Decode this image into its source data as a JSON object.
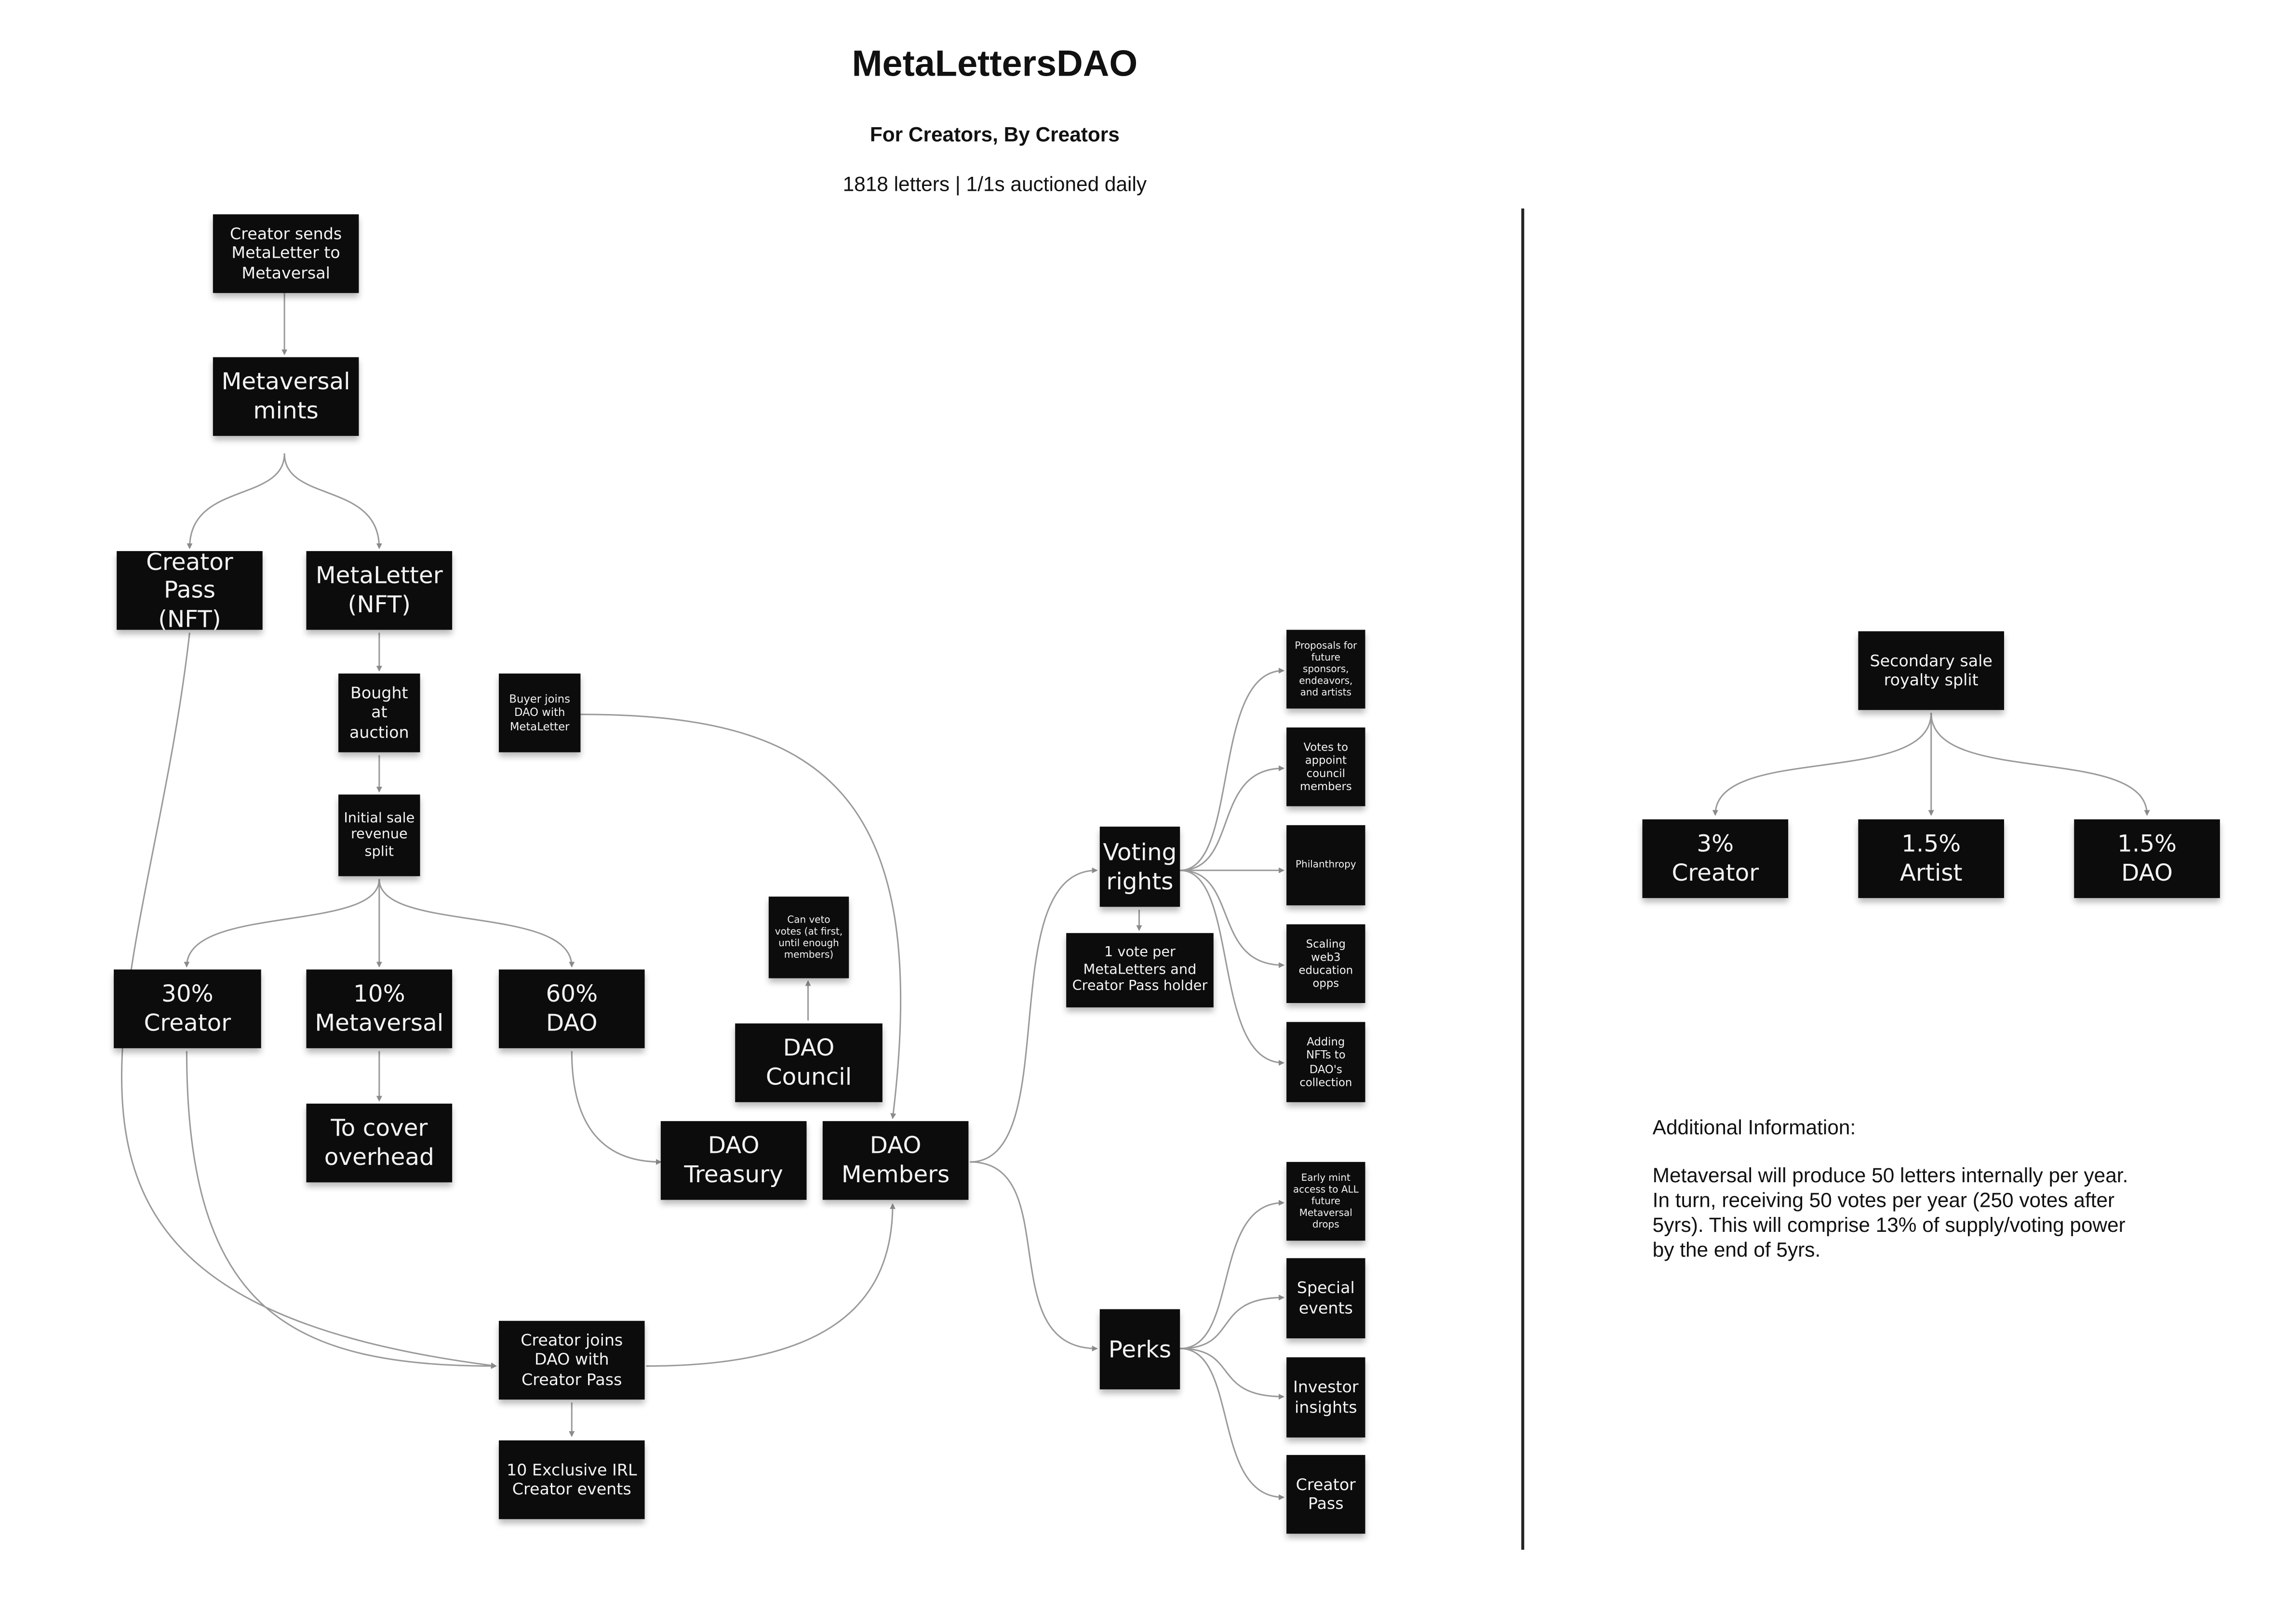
{
  "header": {
    "title": "MetaLettersDAO",
    "subtitle": "For Creators, By Creators",
    "tagline": "1818 letters | 1/1s auctioned daily"
  },
  "nodes": {
    "creator_sends": "Creator sends\nMetaLetter to\nMetaversal",
    "metaversal_mints": "Metaversal\nmints",
    "creator_pass_nft": "Creator Pass\n(NFT)",
    "metaletter_nft": "MetaLetter\n(NFT)",
    "bought_at_auction": "Bought\nat\nauction",
    "initial_sale_split": "Initial sale\nrevenue\nsplit",
    "buyer_joins": "Buyer joins\nDAO with\nMetaLetter",
    "pct30_creator": "30%\nCreator",
    "pct10_metaversal": "10%\nMetaversal",
    "pct60_dao": "60%\nDAO",
    "to_cover_overhead": "To cover\noverhead",
    "can_veto": "Can veto\nvotes (at first,\nuntil enough\nmembers)",
    "dao_council": "DAO\nCouncil",
    "dao_treasury": "DAO\nTreasury",
    "dao_members": "DAO\nMembers",
    "creator_joins": "Creator joins\nDAO with\nCreator Pass",
    "irl_events": "10 Exclusive IRL\nCreator events",
    "voting_rights": "Voting\nrights",
    "one_vote": "1 vote per\nMetaLetters and\nCreator Pass holder",
    "perks": "Perks",
    "proposals": "Proposals for\nfuture\nsponsors,\nendeavors,\nand artists",
    "votes_appoint": "Votes to\nappoint\ncouncil\nmembers",
    "philanthropy": "Philanthropy",
    "scaling_web3": "Scaling\nweb3\neducation\nopps",
    "adding_nfts": "Adding\nNFTs to\nDAO's\ncollection",
    "early_mint": "Early mint\naccess to ALL\nfuture\nMetaversal\ndrops",
    "special_events": "Special\nevents",
    "investor_insights": "Investor\ninsights",
    "creator_pass_perk": "Creator\nPass",
    "secondary_split": "Secondary sale\nroyalty split",
    "royalty_creator": "3%\nCreator",
    "royalty_artist": "1.5%\nArtist",
    "royalty_dao": "1.5%\nDAO"
  },
  "additional_info": {
    "heading": "Additional Information:",
    "line1": "Metaversal will produce 50 letters internally per year.",
    "line2": "In turn, receiving 50 votes per year (250 votes after",
    "line3": "5yrs). This will comprise 13% of supply/voting power",
    "line4": "by the end of 5yrs."
  },
  "colors": {
    "node_fill": "#0c0c0c",
    "node_text": "#f4f4f4",
    "connector": "#9a9a9a",
    "divider": "#222222"
  }
}
